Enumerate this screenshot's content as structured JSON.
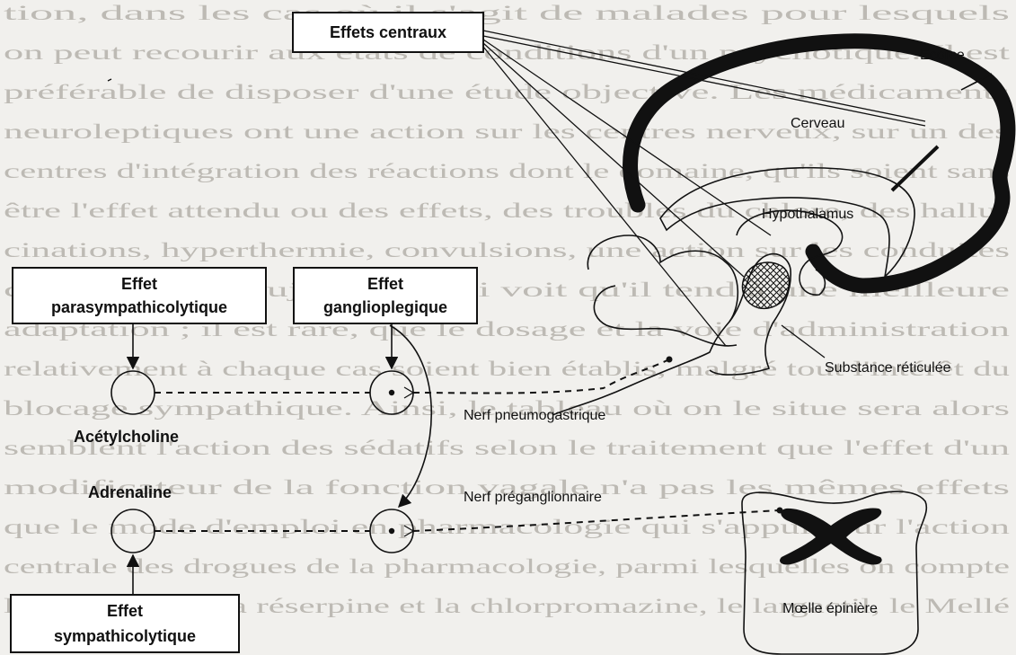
{
  "boxes": {
    "effets_centraux": "Effets centraux",
    "parasympathicolytique": [
      "Effet",
      "parasympathicolytique"
    ],
    "ganglioplegique": [
      "Effet",
      "ganglioplegique"
    ],
    "sympathicolytique": [
      "Effet",
      "sympathicolytique"
    ]
  },
  "labels": {
    "ecorce": "Ecorce",
    "cerveau": "Cerveau",
    "hypothalamus": "Hypothalamus",
    "substance_reticulee": "Substance réticulée",
    "nerf_pneumogastrique": "Nerf pneumogastrique",
    "acetylcholine": "Acétylcholine",
    "adrenaline": "Adrenaline",
    "nerf_preganglionnaire": "Nerf préganglionnaire",
    "moelle_epiniere": "Mœlle épinière"
  },
  "background_text": [
    "tion, dans les cas où il s'agit de malades pour lesquels",
    "on peut recourir aux états de conditions d'un psychotique. Il est",
    "préférable de disposer d'une étude objective. Les médicaments",
    "neuroleptiques ont une action sur les centres nerveux, sur un des",
    "centres d'intégration des réactions dont le domaine, qu'ils soient sans",
    "être l'effet attendu ou des effets, des troubles du chlore, des hallu-",
    "cinations, hyperthermie, convulsions, une action sur les conduites",
    "collectives du sujet qu'on lui voit qu'il tend à une meilleure",
    "adaptation ; il est rare, que le dosage et la voie d'administration",
    "relativement à chaque cas soient bien établis, malgré tout l'intérêt du",
    "blocage sympathique. Ainsi, le tableau où on le situe sera alors",
    "semblent l'action des sédatifs selon le traitement que l'effet d'un",
    "modificateur de la fonction vagale n'a pas les mêmes effets",
    "que le mode d'emploi en pharmacologie qui s'appuie sur l'action",
    "centrale des drogues de la pharmacologie, parmi lesquelles on compte",
    "l'hydroxyzine, la réserpine et la chlorpromazine, le largactil, le Mellé"
  ],
  "colors": {
    "ink": "#111111",
    "paper": "#f1f0ed",
    "bleed": "#bdbab4"
  }
}
